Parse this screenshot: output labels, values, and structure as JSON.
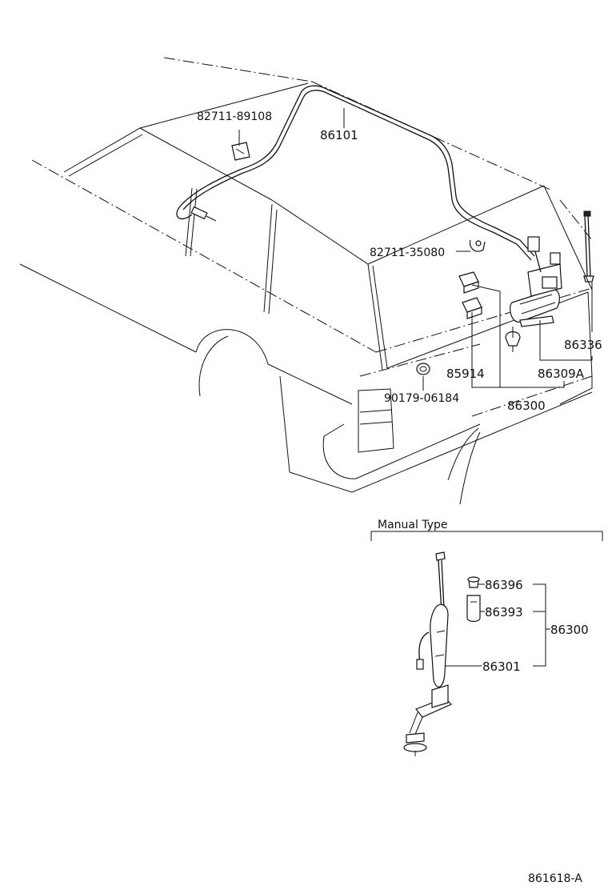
{
  "diagram": {
    "part_labels": {
      "p82711_89108": "82711-89108",
      "p86101": "86101",
      "p82711_35080": "82711-35080",
      "p86336": "86336",
      "p85914": "85914",
      "p86309A": "86309A",
      "p90179_06184": "90179-06184",
      "p86300_main": "86300",
      "p86396": "86396",
      "p86393": "86393",
      "p86300_manual": "86300",
      "p86301": "86301"
    },
    "section_title": "Manual Type",
    "figure_code": "861618-A"
  }
}
